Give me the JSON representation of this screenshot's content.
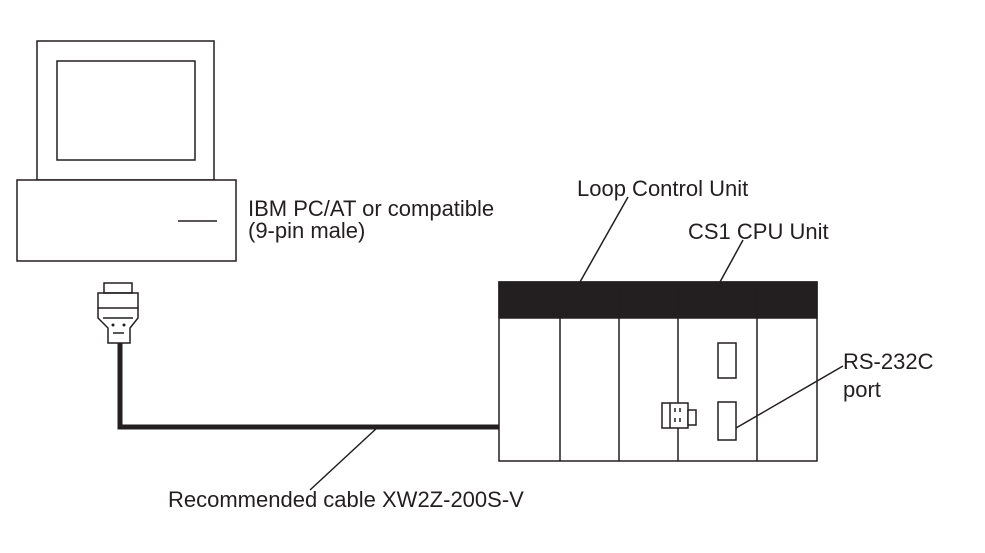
{
  "labels": {
    "pc_line1": "IBM PC/AT or compatible",
    "pc_line2": "(9-pin male)",
    "loop_control_unit": "Loop Control Unit",
    "cpu_unit": "CS1 CPU Unit",
    "port_line1": "RS-232C",
    "port_line2": "port",
    "cable": "Recommended cable XW2Z-200S-V"
  },
  "colors": {
    "ink": "#231f20",
    "rack_header": "#231f20",
    "background": "#ffffff"
  }
}
